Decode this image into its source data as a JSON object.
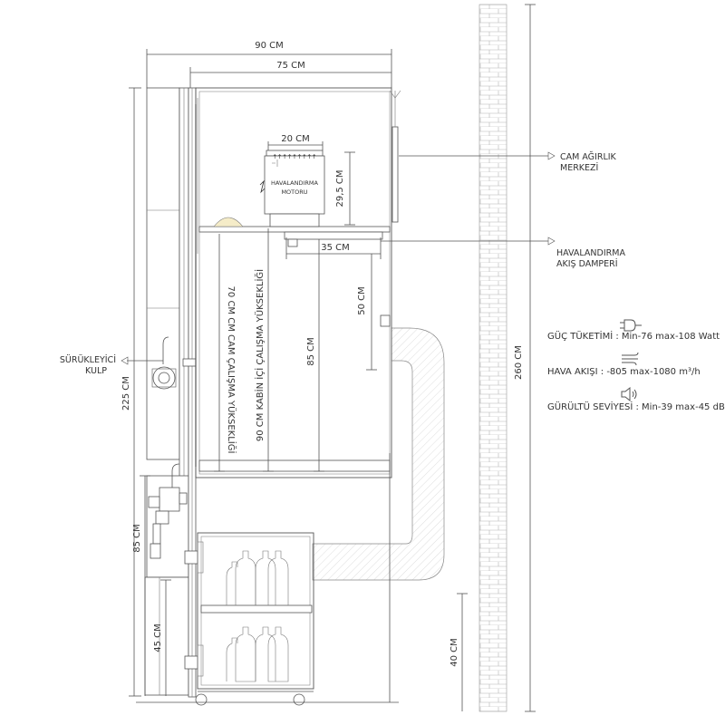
{
  "dimensions": {
    "width_total": "90 CM",
    "width_inner": "75 CM",
    "motor_width": "20 CM",
    "motor_height": "29,5 CM",
    "damper_width": "35 CM",
    "damper_height": "50 CM",
    "height_total": "225 CM",
    "wall_height": "260 CM",
    "lower_height": "85 CM",
    "base_height": "45 CM",
    "wall_bottom": "40 CM",
    "inner_height": "85 CM",
    "glass_working_height": "70 CM CM CAM ÇALIŞMA YÜKSEKLİĞİ",
    "cabin_working_height": "90 CM KABİN İÇİ ÇALIŞMA YÜKSEKLİĞİ"
  },
  "labels": {
    "motor_line1": "HAVALANDIRMA",
    "motor_line2": "MOTORU",
    "glass_cg_line1": "CAM AĞIRLIK",
    "glass_cg_line2": "MERKEZİ",
    "damper_line1": "HAVALANDIRMA",
    "damper_line2": "AKIŞ DAMPERİ",
    "handle_line1": "SÜRÜKLEYİCİ",
    "handle_line2": "KULP"
  },
  "specs": {
    "power": "GÜÇ TÜKETİMİ : Min-76 max-108 Watt",
    "airflow": "HAVA AKIŞI :  -805 max-1080 m³/h",
    "noise": "GÜRÜLTÜ SEVİYESİ : Min-39 max-45 dB"
  },
  "icons": {
    "power": "plug-icon",
    "airflow": "wind-icon",
    "noise": "speaker-icon"
  },
  "colors": {
    "line": "#555555",
    "text": "#333333"
  }
}
